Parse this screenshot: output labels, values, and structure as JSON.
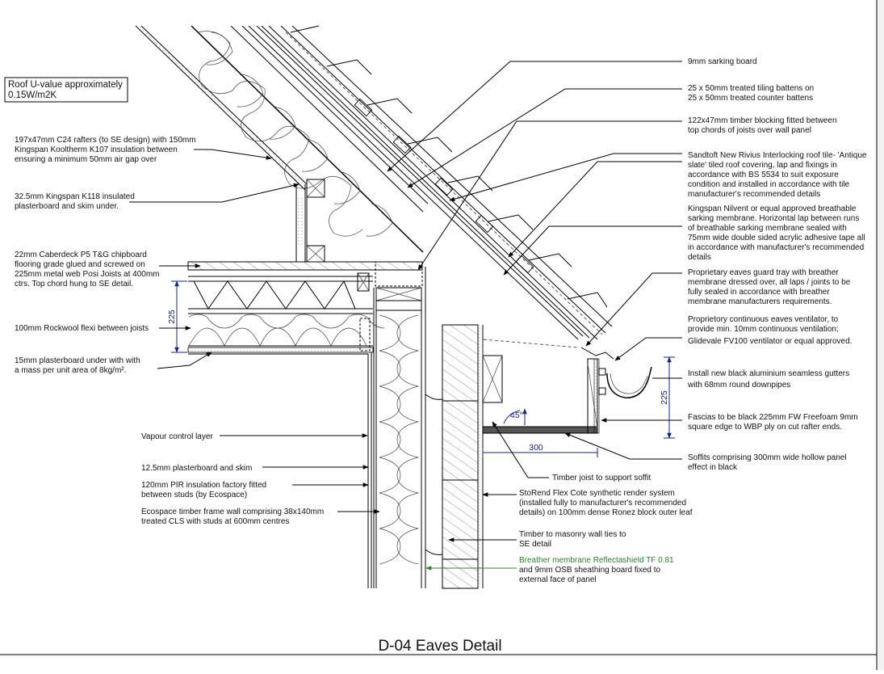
{
  "title": "D-04 Eaves Detail",
  "u_value": {
    "line1": "Roof U-value approximately",
    "line2": "0.15W/m2K"
  },
  "labels_left": [
    {
      "id": "rafters",
      "lines": [
        "197x47mm C24 rafters (to SE design) with 150mm",
        "Kingspan Kooltherm K107 insulation between",
        "ensuring a minimum 50mm air gap over"
      ]
    },
    {
      "id": "plasterboard-k118",
      "lines": [
        "32.5mm Kingspan K118 insulated",
        "plasterboard and skim under."
      ]
    },
    {
      "id": "caberdeck",
      "lines": [
        "22mm Caberdeck P5 T&G chipboard",
        "flooring grade glued and screwed on",
        "225mm metal web Posi Joists at 400mm",
        "ctrs. Top chord hung to SE detail."
      ]
    },
    {
      "id": "rockwool",
      "lines": [
        "100mm Rockwool flexi between joists"
      ]
    },
    {
      "id": "plasterboard-15",
      "lines": [
        "15mm plasterboard under with with",
        "a mass per unit area of 8kg/m²."
      ]
    },
    {
      "id": "vapour",
      "lines": [
        "Vapour control layer"
      ]
    },
    {
      "id": "plasterboard-125",
      "lines": [
        "12.5mm plasterboard and skim"
      ]
    },
    {
      "id": "pir",
      "lines": [
        "120mm PIR insulation factory fitted",
        "between studs (by Ecospace)"
      ]
    },
    {
      "id": "ecospace",
      "lines": [
        "Ecospace timber frame wall comprising 38x140mm",
        "treated CLS with studs at 600mm centres"
      ]
    }
  ],
  "labels_right": [
    {
      "id": "sarking",
      "lines": [
        "9mm sarking board"
      ]
    },
    {
      "id": "battens",
      "lines": [
        "25 x 50mm treated tiling battens on",
        "25 x 50mm treated counter battens"
      ]
    },
    {
      "id": "blocking",
      "lines": [
        "122x47mm timber blocking fitted between",
        "top chords of joists over wall panel"
      ]
    },
    {
      "id": "tile",
      "lines": [
        "Sandtoft New Rivius Interlocking roof tile- 'Antique",
        "slate' tiled roof covering, lap and fixings in",
        "accordance with BS 5534 to suit exposure",
        "condition and installed in accordance with tile",
        "manufacturer's recommended details"
      ]
    },
    {
      "id": "nilvent",
      "lines": [
        "Kingspan Nilvent or equal approved breathable",
        "sarking membrane. Horizontal lap between runs",
        "of breathable sarking membrane sealed with",
        "75mm wide double sided acrylic adhesive tape all",
        "in accordance with manufacturer's recommended",
        "details"
      ]
    },
    {
      "id": "eaves-tray",
      "lines": [
        "Proprietary eaves guard tray with breather",
        "membrane dressed over, all laps / joints to be",
        "fully sealed in accordance with breather",
        "membrane manufacturers requirements."
      ]
    },
    {
      "id": "ventilator",
      "lines": [
        "Proprietory continuous eaves ventilator, to",
        "provide min. 10mm continuous ventilation;",
        "Glidevale FV100 ventilator or equal approved."
      ]
    },
    {
      "id": "gutters",
      "lines": [
        "Install new black aluminium seamless gutters",
        "with 68mm round downpipes"
      ]
    },
    {
      "id": "fascias",
      "lines": [
        "Fascias to be black 225mm FW Freefoam 9mm",
        "square edge to WBP ply on cut rafter ends."
      ]
    },
    {
      "id": "soffits",
      "lines": [
        "Soffits comprising 300mm wide hollow panel",
        "effect in black"
      ]
    }
  ],
  "labels_bottom": [
    {
      "id": "timber-joist",
      "lines": [
        "Timber joist to support soffit"
      ]
    },
    {
      "id": "storend",
      "lines": [
        "StoRend Flex Cote synthetic render system",
        "(installed fully to manufacturer's recommended",
        "details) on 100mm dense Ronez block outer leaf"
      ]
    },
    {
      "id": "wall-ties",
      "lines": [
        "Timber to masonry wall ties to",
        "SE detail"
      ]
    },
    {
      "id": "breather",
      "lines": [
        "Breather membrane Reflectashield TF 0.81",
        "and 9mm OSB sheathing board fixed to",
        "external face of panel"
      ]
    }
  ],
  "dimensions": {
    "joist_depth": "225",
    "fascia_depth": "225",
    "soffit_width": "300",
    "angle": "45°"
  },
  "colors": {
    "dimension": "#1a237e",
    "breather_label": "#2e7d32",
    "line": "#000000"
  }
}
